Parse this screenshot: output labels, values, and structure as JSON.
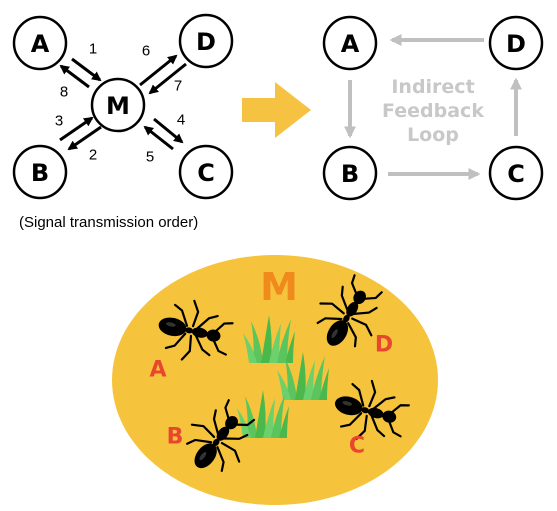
{
  "signal_diagram": {
    "hub": "M",
    "nodes": {
      "a": "A",
      "b": "B",
      "c": "C",
      "d": "D"
    },
    "order_numbers": [
      "1",
      "2",
      "3",
      "4",
      "5",
      "6",
      "7",
      "8"
    ],
    "caption": "(Signal transmission order)"
  },
  "feedback_diagram": {
    "nodes": {
      "a": "A",
      "b": "B",
      "c": "C",
      "d": "D"
    },
    "loop_label_lines": [
      "Indirect",
      "Feedback",
      "Loop"
    ]
  },
  "ant_scene": {
    "medium_label": "M",
    "ant_labels": {
      "a": "A",
      "b": "B",
      "c": "C",
      "d": "D"
    }
  },
  "colors": {
    "transition_arrow": "#f5c242",
    "loop_arrows": "#c0c0c0",
    "ellipse_fill": "#f5c43c",
    "medium_label": "#f08a1c",
    "ant_labels": "#e8472e",
    "grass": "#5cc45c"
  }
}
